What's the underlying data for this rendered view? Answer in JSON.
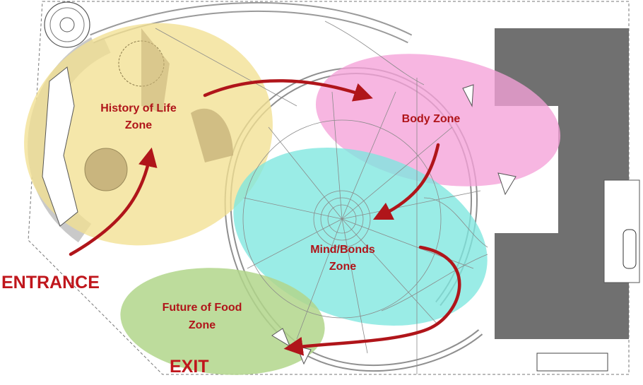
{
  "zones": {
    "history": {
      "line1": "History of Life",
      "line2": "Zone",
      "color": "#f4e39a"
    },
    "body": {
      "line1": "Body Zone",
      "color": "#f5a3d8"
    },
    "mind": {
      "line1": "Mind/Bonds",
      "line2": "Zone",
      "color": "#7fe8e0"
    },
    "food": {
      "line1": "Future of Food",
      "line2": "Zone",
      "color": "#b5d88e"
    }
  },
  "labels": {
    "entrance": "ENTRANCE",
    "exit": "EXIT"
  },
  "colors": {
    "arrow": "#b0151a",
    "building": "#6f6f6f",
    "wall": "#cfcfcf",
    "line": "#8a8a8a"
  }
}
